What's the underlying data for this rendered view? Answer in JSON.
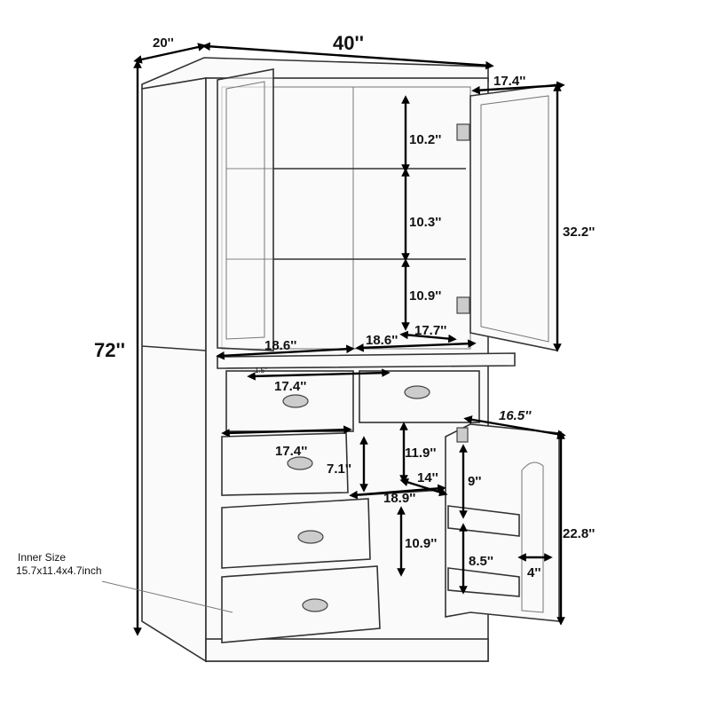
{
  "diagram": {
    "subject": "cabinet-dimensions",
    "dimensions": {
      "depth_top": "20''",
      "width": "40''",
      "door_width_top": "17.4''",
      "shelf_1_height": "10.2''",
      "shelf_2_height": "10.3''",
      "shelf_3_height": "10.9''",
      "upper_height": "32.2''",
      "total_height": "72''",
      "upper_left_width": "18.6''",
      "upper_right_width": "18.6''",
      "upper_depth": "17.7''",
      "pullout_depth": "1.5''",
      "top_drawer_width": "17.4''",
      "lower_door_width": "16.5''",
      "drawer_width": "17.4''",
      "drawer_height": "7.1''",
      "lower_shelf_1_height": "11.9''",
      "lower_depth": "14''",
      "lower_width": "18.9''",
      "door_shelf_1_height": "9''",
      "lower_shelf_2_height": "10.9''",
      "door_shelf_2_height": "8.5''",
      "door_shelf_depth": "4''",
      "lower_height": "22.8''"
    },
    "note": {
      "title": "Inner Size",
      "value": "15.7x11.4x4.7inch"
    }
  }
}
